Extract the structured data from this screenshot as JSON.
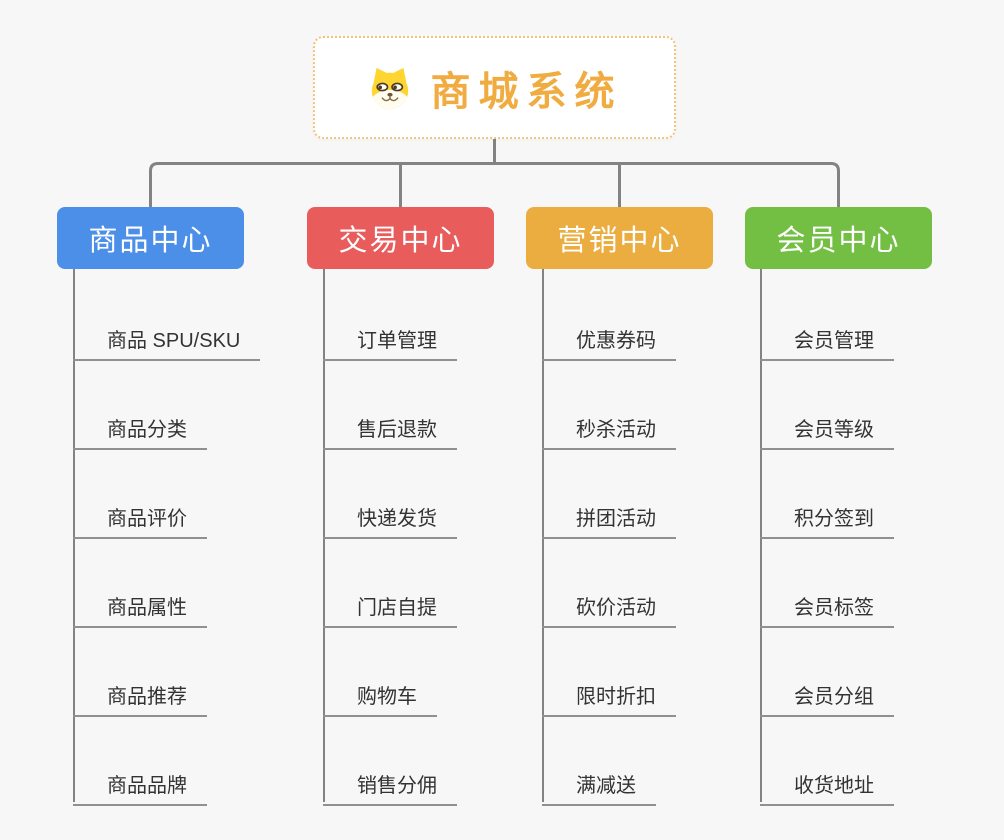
{
  "page": {
    "background": "#f7f7f7"
  },
  "root": {
    "title": "商城系统",
    "title_color": "#F0AC41",
    "icon": "shiba-dog-icon",
    "border_color": "#F2C27E"
  },
  "branches": [
    {
      "id": "product-center",
      "label": "商品中心",
      "color": "#4B8FE8",
      "items": [
        "商品 SPU/SKU",
        "商品分类",
        "商品评价",
        "商品属性",
        "商品推荐",
        "商品品牌"
      ]
    },
    {
      "id": "trade-center",
      "label": "交易中心",
      "color": "#E85C5C",
      "items": [
        "订单管理",
        "售后退款",
        "快递发货",
        "门店自提",
        "购物车",
        "销售分佣"
      ]
    },
    {
      "id": "marketing-center",
      "label": "营销中心",
      "color": "#EBAD3F",
      "items": [
        "优惠券码",
        "秒杀活动",
        "拼团活动",
        "砍价活动",
        "限时折扣",
        "满减送"
      ]
    },
    {
      "id": "member-center",
      "label": "会员中心",
      "color": "#72BF43",
      "items": [
        "会员管理",
        "会员等级",
        "积分签到",
        "会员标签",
        "会员分组",
        "收货地址"
      ]
    }
  ],
  "colors": {
    "connector": "#838383",
    "underline": "#909090",
    "item_text": "#333333",
    "header_text": "#FFFFFF"
  }
}
